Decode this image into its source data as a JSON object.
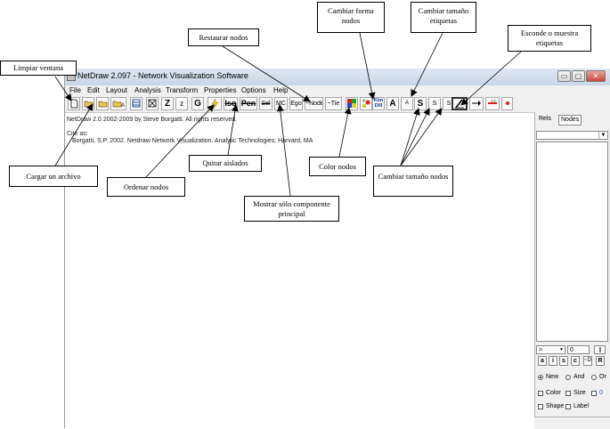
{
  "window": {
    "title": "NetDraw 2.097 - Network Visualization Software",
    "minimize": "▭",
    "maximize": "▢",
    "close": "✕"
  },
  "menu": [
    "File",
    "Edit",
    "Layout",
    "Analysis",
    "Transform",
    "Properties",
    "Options",
    "Help"
  ],
  "toolbar": {
    "z_big": "Z",
    "z_small": "z",
    "g": "G",
    "iso": "Iso",
    "pen": "Pen",
    "sel": "Sel",
    "mc": "MC",
    "ego": "Ego",
    "node": "~Node",
    "tie": "~Tie",
    "kim_top": "Kim",
    "kim_bottom": "Dill",
    "a_big": "A",
    "a_small": "A",
    "s1": "S",
    "s2": "S",
    "s3": "S"
  },
  "content": {
    "copyright": "NetDraw 2.0 2002-2009 by Steve Borgatti. All rights reserved.",
    "cite_as": "Cite as:",
    "citation": "Borgatti, S.P. 2002. Netdraw Network Visualization. Analytic Technologies: Harvard, MA"
  },
  "panel": {
    "tab_rels": "Rels",
    "tab_nodes": "Nodes",
    "op": ">",
    "value": "0",
    "btn_a": "a",
    "btn_i": "i",
    "btn_s": "s",
    "btn_c": "c",
    "btn_d": "~D",
    "btn_r": "R",
    "radio_new": "New",
    "radio_and": "And",
    "radio_or": "Or",
    "check_color": "Color",
    "check_size": "Size",
    "size_value": "0",
    "check_shape": "Shape",
    "check_label": "Label"
  },
  "callouts": {
    "limpiar": "Limpiar ventana",
    "cargar": "Cargar un archivo",
    "ordenar": "Ordenar nodos",
    "quitar": "Quitar aislados",
    "mostrar": "Mostrar sólo componente principal",
    "restaurar": "Restaurar nodos",
    "cambiar_forma": "Cambiar forma nodos",
    "color": "Color nodos",
    "tamano_etiquetas": "Cambiar tamaño etiquetas",
    "tamano_nodos": "Cambiar tamaño nodos",
    "esconde": "Esconde o muestra etiquetas"
  }
}
